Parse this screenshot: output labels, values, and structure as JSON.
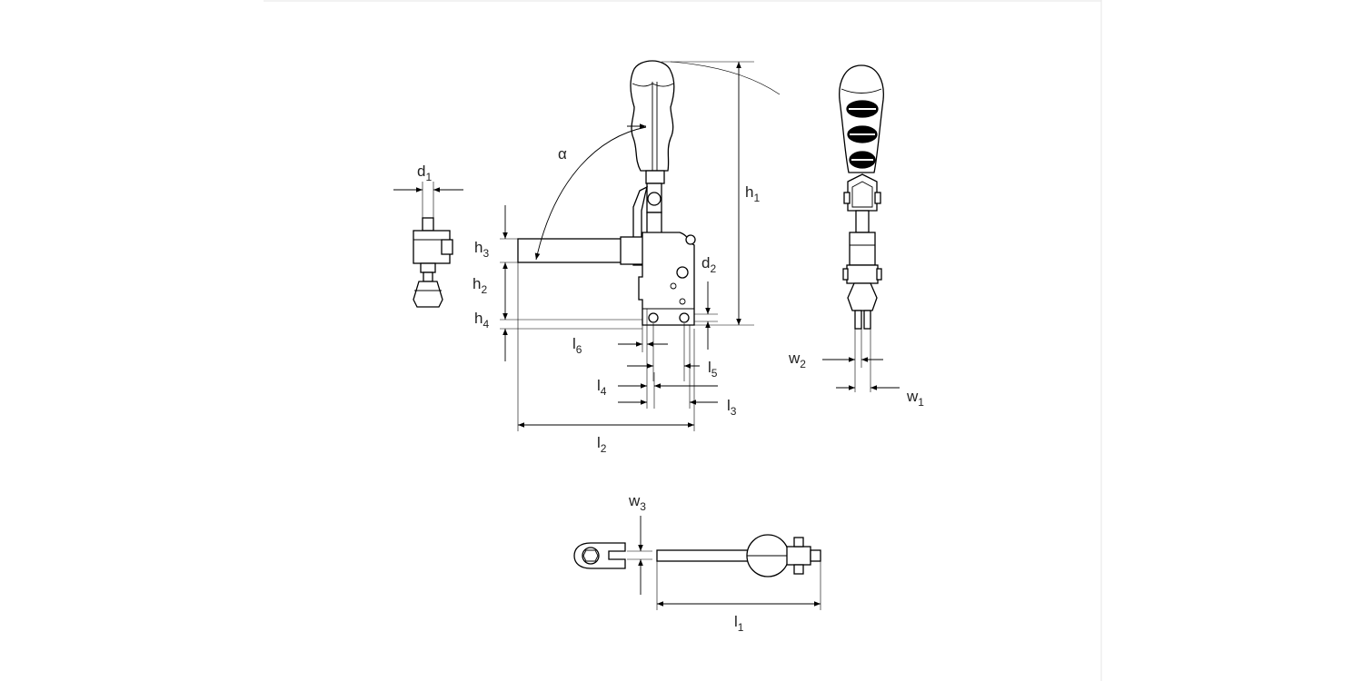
{
  "colors": {
    "line": "#000000",
    "background": "#ffffff",
    "frame": "#e6e6e6"
  },
  "labels": {
    "d1": {
      "base": "d",
      "sub": "1"
    },
    "d2": {
      "base": "d",
      "sub": "2"
    },
    "h1": {
      "base": "h",
      "sub": "1"
    },
    "h2": {
      "base": "h",
      "sub": "2"
    },
    "h3": {
      "base": "h",
      "sub": "3"
    },
    "h4": {
      "base": "h",
      "sub": "4"
    },
    "l1": {
      "base": "l",
      "sub": "1"
    },
    "l2": {
      "base": "l",
      "sub": "2"
    },
    "l3": {
      "base": "l",
      "sub": "3"
    },
    "l4": {
      "base": "l",
      "sub": "4"
    },
    "l5": {
      "base": "l",
      "sub": "5"
    },
    "l6": {
      "base": "l",
      "sub": "6"
    },
    "w1": {
      "base": "w",
      "sub": "1"
    },
    "w2": {
      "base": "w",
      "sub": "2"
    },
    "w3": {
      "base": "w",
      "sub": "3"
    },
    "alpha": "α"
  }
}
